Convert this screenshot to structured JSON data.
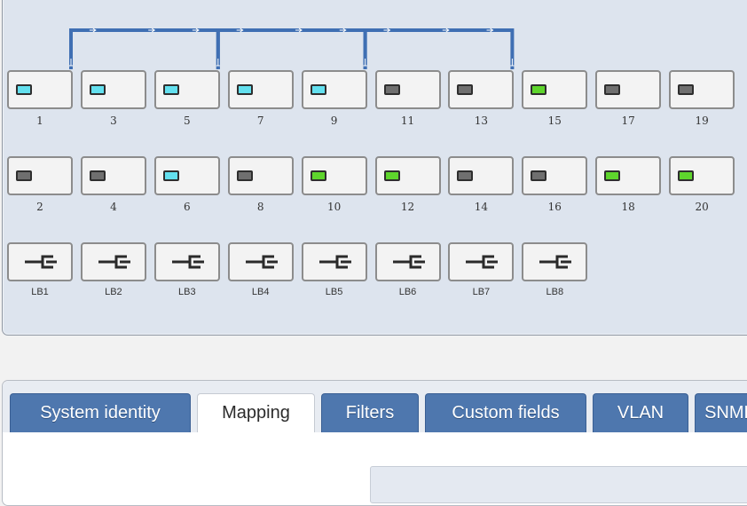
{
  "ports_row1": [
    {
      "label": "1",
      "led": "cyan"
    },
    {
      "label": "3",
      "led": "cyan"
    },
    {
      "label": "5",
      "led": "cyan"
    },
    {
      "label": "7",
      "led": "cyan"
    },
    {
      "label": "9",
      "led": "cyan"
    },
    {
      "label": "11",
      "led": "gray"
    },
    {
      "label": "13",
      "led": "gray"
    },
    {
      "label": "15",
      "led": "green"
    },
    {
      "label": "17",
      "led": "gray"
    },
    {
      "label": "19",
      "led": "gray"
    }
  ],
  "ports_row2": [
    {
      "label": "2",
      "led": "gray"
    },
    {
      "label": "4",
      "led": "gray"
    },
    {
      "label": "6",
      "led": "cyan"
    },
    {
      "label": "8",
      "led": "gray"
    },
    {
      "label": "10",
      "led": "green"
    },
    {
      "label": "12",
      "led": "green"
    },
    {
      "label": "14",
      "led": "gray"
    },
    {
      "label": "16",
      "led": "gray"
    },
    {
      "label": "18",
      "led": "green"
    },
    {
      "label": "20",
      "led": "green"
    }
  ],
  "loopbacks": [
    "LB1",
    "LB2",
    "LB3",
    "LB4",
    "LB5",
    "LB6",
    "LB7",
    "LB8"
  ],
  "connections": [
    {
      "from": "1",
      "to": "5"
    },
    {
      "from": "5",
      "to": "9"
    },
    {
      "from": "9",
      "to": "13"
    }
  ],
  "tabs": [
    {
      "label": "System identity",
      "active": false
    },
    {
      "label": "Mapping",
      "active": true
    },
    {
      "label": "Filters",
      "active": false
    },
    {
      "label": "Custom fields",
      "active": false
    },
    {
      "label": "VLAN",
      "active": false
    },
    {
      "label": "SNMP",
      "active": false
    }
  ],
  "colors": {
    "led_cyan": "#63e0ef",
    "led_gray": "#6f6f6f",
    "led_green": "#5ed52c",
    "connection": "#3f6fb3",
    "tab": "#4e77ae"
  }
}
